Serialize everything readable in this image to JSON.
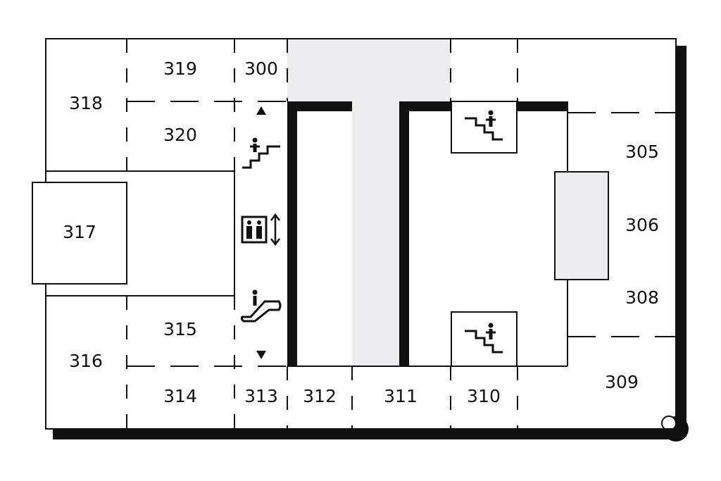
{
  "colors": {
    "wall": "#111111",
    "corridor_fill": "#ececee",
    "background": "#ffffff"
  },
  "rooms": [
    {
      "id": "r300",
      "label": "300"
    },
    {
      "id": "r305",
      "label": "305"
    },
    {
      "id": "r306",
      "label": "306"
    },
    {
      "id": "r308",
      "label": "308"
    },
    {
      "id": "r309",
      "label": "309"
    },
    {
      "id": "r310",
      "label": "310"
    },
    {
      "id": "r311",
      "label": "311"
    },
    {
      "id": "r312",
      "label": "312"
    },
    {
      "id": "r313",
      "label": "313"
    },
    {
      "id": "r314",
      "label": "314"
    },
    {
      "id": "r315",
      "label": "315"
    },
    {
      "id": "r316",
      "label": "316"
    },
    {
      "id": "r317",
      "label": "317"
    },
    {
      "id": "r318",
      "label": "318"
    },
    {
      "id": "r319",
      "label": "319"
    },
    {
      "id": "r320",
      "label": "320"
    }
  ],
  "icons": [
    "stairs-up-icon",
    "elevator-icon",
    "escalator-icon",
    "stairs-down-icon",
    "arrow-up-icon",
    "arrow-down-icon"
  ]
}
